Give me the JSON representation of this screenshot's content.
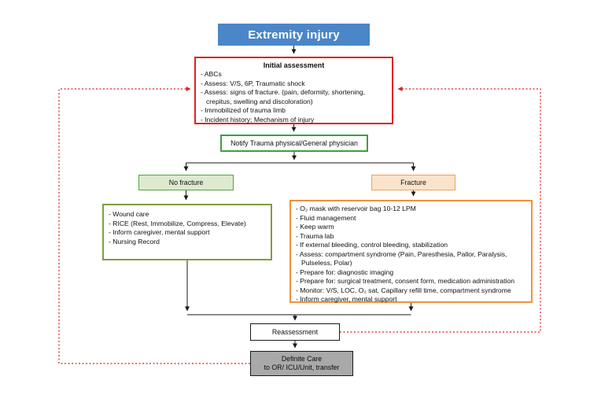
{
  "title": {
    "label": "Extremity injury"
  },
  "initial_assessment": {
    "title": "Initial assessment",
    "items": [
      "- ABCs",
      "- Assess: V/S, 6P, Traumatic shock",
      "- Assess: signs of fracture. (pain, deformity, shortening, crepitus, swelling and discoloration)",
      "- Immobilized of trauma limb",
      "- Incident history; Mechanism of injury"
    ]
  },
  "notify": {
    "label": "Notify Trauma physical/General physician"
  },
  "branches": {
    "no_fracture": {
      "label": "No fracture"
    },
    "fracture": {
      "label": "Fracture"
    }
  },
  "no_fracture_care": {
    "items": [
      "- Wound care",
      "- RICE (Rest, Immobilize, Compress, Elevate)",
      "- Inform caregiver, mental support",
      "- Nursing Record"
    ]
  },
  "fracture_care": {
    "items": [
      "- O₂ mask with reservoir bag 10-12 LPM",
      "- Fluid management",
      "- Keep warm",
      "- Trauma lab",
      "- If external bleeding, control bleeding, stabilization",
      "- Assess: compartment syndrome (Pain, Paresthesia, Pallor, Paralysis, Pulseless, Polar)",
      "- Prepare for: diagnostic imaging",
      "- Prepare for: surgical treatment, consent form, medication administration",
      "- Monitor: V/S, LOC, O₂ sat, Capillary refill time, compartment syndrome",
      "- Inform caregiver, mental support"
    ]
  },
  "reassessment": {
    "label": "Reassessment"
  },
  "definite_care": {
    "line1": "Definite Care",
    "line2": "to OR/ ICU/Unit, transfer"
  },
  "colors": {
    "title_bg": "#4A86C8",
    "initial_assessment_border": "#E02222",
    "notify_border": "#3BA13B",
    "no_fracture_fill": "#DDEACE",
    "no_fracture_border": "#55A246",
    "fracture_fill": "#FBE3CB",
    "fracture_border": "#ECA258",
    "no_fracture_care_border": "#7E9D3E",
    "fracture_care_border": "#F0913B",
    "definite_care_fill": "#A9A9A9",
    "flow_arrow": "#1A1A1A",
    "feedback_arrow": "#DD1F1F"
  }
}
